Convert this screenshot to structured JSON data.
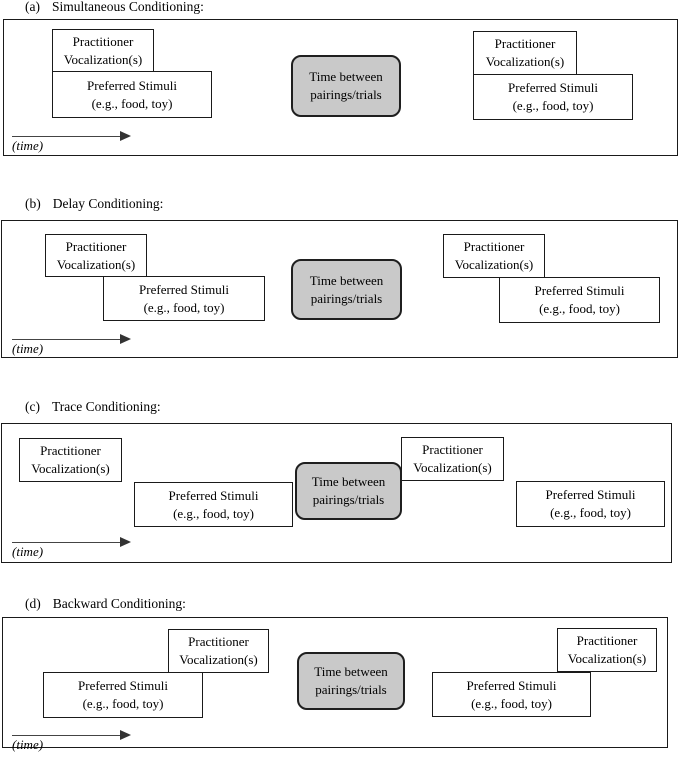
{
  "figure": {
    "background_color": "#ffffff",
    "panel_border_color": "#1a1a1a",
    "gray_box_fill": "#c9c9c9",
    "text_color": "#000000"
  },
  "shared": {
    "practitioner": {
      "line1": "Practitioner",
      "line2": "Vocalization(s)"
    },
    "preferred": {
      "line1": "Preferred Stimuli",
      "line2": "(e.g., food, toy)"
    },
    "time_between": {
      "line1": "Time between",
      "line2": "pairings/trials"
    },
    "time_axis_label": "(time)"
  },
  "panels": [
    {
      "prefix": "(a)",
      "title": "Simultaneous Conditioning:"
    },
    {
      "prefix": "(b)",
      "title": "Delay Conditioning:"
    },
    {
      "prefix": "(c)",
      "title": "Trace Conditioning:"
    },
    {
      "prefix": "(d)",
      "title": "Backward Conditioning:"
    }
  ]
}
